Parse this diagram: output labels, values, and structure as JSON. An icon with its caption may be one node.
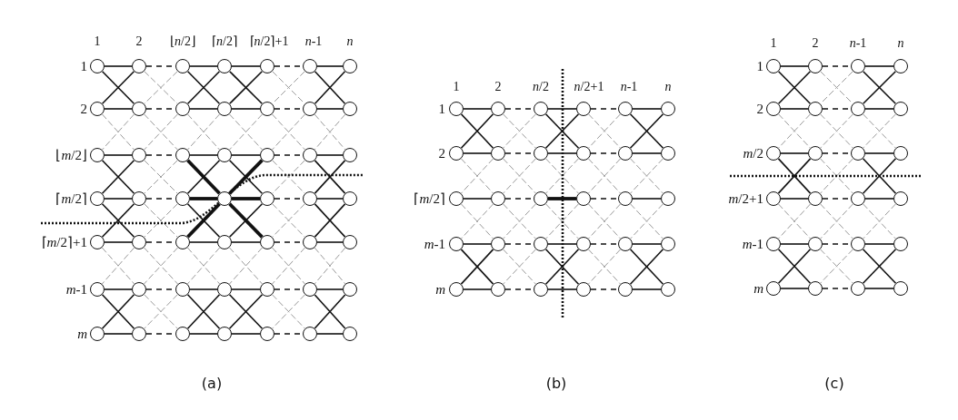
{
  "diagram": {
    "nodes": [
      {
        "text": [],
        "shape": "circle"
      },
      {
        "text": [],
        "shape": "circle"
      },
      {
        "text": [],
        "shape": "circle"
      },
      {
        "text": [],
        "shape": "circle"
      },
      {
        "text": [],
        "shape": "circle"
      },
      {
        "text": [],
        "shape": "circle"
      },
      {
        "text": [],
        "shape": "circle"
      },
      {
        "text": [],
        "shape": "circle"
      },
      {
        "text": [],
        "shape": "circle"
      },
      {
        "text": [],
        "shape": "circle"
      },
      {
        "text": [],
        "shape": "circle"
      },
      {
        "text": [],
        "shape": "circle"
      },
      {
        "text": [],
        "shape": "circle"
      },
      {
        "text": [],
        "shape": "circle"
      },
      {
        "text": [],
        "shape": "circle"
      },
      {
        "text": [],
        "shape": "circle"
      },
      {
        "text": [],
        "shape": "circle"
      },
      {
        "text": [],
        "shape": "circle"
      },
      {
        "text": [],
        "shape": "circle"
      },
      {
        "text": [],
        "shape": "circle"
      },
      {
        "text": [],
        "shape": "circle"
      },
      {
        "text": [],
        "shape": "circle"
      },
      {
        "text": [],
        "shape": "circle"
      },
      {
        "text": [],
        "shape": "circle"
      },
      {
        "text": [],
        "shape": "circle"
      },
      {
        "text": [],
        "shape": "circle"
      },
      {
        "text": [],
        "shape": "circle"
      },
      {
        "text": [],
        "shape": "circle"
      },
      {
        "text": [],
        "shape": "circle"
      },
      {
        "text": [],
        "shape": "circle"
      },
      {
        "text": [],
        "shape": "circle"
      },
      {
        "text": [],
        "shape": "circle"
      },
      {
        "text": [],
        "shape": "circle"
      },
      {
        "text": [],
        "shape": "circle"
      },
      {
        "text": [],
        "shape": "circle"
      },
      {
        "text": [],
        "shape": "circle"
      },
      {
        "text": [],
        "shape": "circle"
      },
      {
        "text": [],
        "shape": "circle"
      },
      {
        "text": [],
        "shape": "circle"
      },
      {
        "text": [],
        "shape": "circle"
      },
      {
        "text": [],
        "shape": "circle"
      },
      {
        "text": [],
        "shape": "circle"
      },
      {
        "text": [],
        "shape": "circle"
      },
      {
        "text": [],
        "shape": "circle"
      },
      {
        "text": [],
        "shape": "circle"
      },
      {
        "text": [],
        "shape": "circle"
      },
      {
        "text": [],
        "shape": "circle"
      },
      {
        "text": [],
        "shape": "circle"
      },
      {
        "text": [],
        "shape": "circle"
      },
      {
        "text": [],
        "shape": "circle"
      },
      {
        "text": [],
        "shape": "circle"
      },
      {
        "text": [],
        "shape": "circle"
      },
      {
        "text": [],
        "shape": "circle"
      },
      {
        "text": [],
        "shape": "circle"
      },
      {
        "text": [],
        "shape": "circle"
      },
      {
        "text": [],
        "shape": "circle"
      },
      {
        "text": [],
        "shape": "circle"
      },
      {
        "text": [],
        "shape": "circle"
      },
      {
        "text": [],
        "shape": "circle"
      },
      {
        "text": [],
        "shape": "circle"
      },
      {
        "text": [],
        "shape": "circle"
      },
      {
        "text": [],
        "shape": "circle"
      },
      {
        "text": [],
        "shape": "circle"
      },
      {
        "text": [],
        "shape": "circle"
      },
      {
        "text": [],
        "shape": "circle"
      },
      {
        "text": [],
        "shape": "circle"
      },
      {
        "text": [],
        "shape": "circle"
      },
      {
        "text": [],
        "shape": "circle"
      },
      {
        "text": [],
        "shape": "circle"
      },
      {
        "text": [],
        "shape": "circle"
      },
      {
        "text": [],
        "shape": "circle"
      },
      {
        "text": [],
        "shape": "circle"
      },
      {
        "text": [],
        "shape": "circle"
      },
      {
        "text": [],
        "shape": "circle"
      },
      {
        "text": [],
        "shape": "circle"
      },
      {
        "text": [],
        "shape": "circle"
      },
      {
        "text": [],
        "shape": "circle"
      },
      {
        "text": [],
        "shape": "circle"
      },
      {
        "text": [],
        "shape": "circle"
      },
      {
        "text": [],
        "shape": "circle"
      },
      {
        "text": [],
        "shape": "circle"
      },
      {
        "text": [],
        "shape": "circle"
      },
      {
        "text": [],
        "shape": "circle"
      },
      {
        "text": [],
        "shape": "circle"
      },
      {
        "text": [],
        "shape": "circle"
      },
      {
        "text": [],
        "shape": "circle"
      },
      {
        "text": [],
        "shape": "circle"
      },
      {
        "text": [],
        "shape": "circle"
      },
      {
        "text": [],
        "shape": "circle"
      },
      {
        "text": [],
        "shape": "circle"
      },
      {
        "text": [],
        "shape": "circle"
      },
      {
        "text": [],
        "shape": "circle"
      },
      {
        "text": [],
        "shape": "circle"
      },
      {
        "text": [],
        "shape": "circle"
      },
      {
        "text": [],
        "shape": "circle"
      },
      {
        "text": [],
        "shape": "circle"
      },
      {
        "text": [],
        "shape": "circle"
      },
      {
        "text": [],
        "shape": "circle"
      },
      {
        "text": [],
        "shape": "circle"
      },
      {
        "text": [],
        "shape": "circle"
      },
      {
        "text": [],
        "shape": "circle"
      },
      {
        "text": [],
        "shape": "circle"
      },
      {
        "text": [],
        "shape": "circle"
      }
    ],
    "edges": [
      {
        "from": 0,
        "to": 1,
        "arrow": "none"
      },
      {
        "from": 1,
        "to": 2,
        "arrow": "none",
        "style": "dashed"
      },
      {
        "from": 2,
        "to": 3,
        "arrow": "none"
      },
      {
        "from": 3,
        "to": 4,
        "arrow": "none"
      },
      {
        "from": 4,
        "to": 5,
        "arrow": "none",
        "style": "dashed"
      },
      {
        "from": 5,
        "to": 6,
        "arrow": "none"
      },
      {
        "from": 7,
        "to": 8,
        "arrow": "none"
      },
      {
        "from": 8,
        "to": 9,
        "arrow": "none",
        "style": "dashed"
      },
      {
        "from": 9,
        "to": 10,
        "arrow": "none"
      },
      {
        "from": 10,
        "to": 11,
        "arrow": "none"
      },
      {
        "from": 11,
        "to": 12,
        "arrow": "none",
        "style": "dashed"
      },
      {
        "from": 12,
        "to": 13,
        "arrow": "none"
      },
      {
        "from": 14,
        "to": 15,
        "arrow": "none"
      },
      {
        "from": 15,
        "to": 16,
        "arrow": "none",
        "style": "dashed"
      },
      {
        "from": 16,
        "to": 17,
        "arrow": "none"
      },
      {
        "from": 17,
        "to": 18,
        "arrow": "none"
      },
      {
        "from": 18,
        "to": 19,
        "arrow": "none",
        "style": "dashed"
      },
      {
        "from": 19,
        "to": 20,
        "arrow": "none"
      },
      {
        "from": 21,
        "to": 22,
        "arrow": "none"
      },
      {
        "from": 22,
        "to": 23,
        "arrow": "none",
        "style": "dashed"
      },
      {
        "from": 23,
        "to": 24,
        "arrow": "none",
        "style": "thick"
      },
      {
        "from": 24,
        "to": 25,
        "arrow": "none",
        "style": "thick"
      },
      {
        "from": 25,
        "to": 26,
        "arrow": "none",
        "style": "dashed"
      },
      {
        "from": 26,
        "to": 27,
        "arrow": "none"
      },
      {
        "from": 28,
        "to": 29,
        "arrow": "none"
      },
      {
        "from": 29,
        "to": 30,
        "arrow": "none",
        "style": "dashed"
      },
      {
        "from": 30,
        "to": 31,
        "arrow": "none"
      },
      {
        "from": 31,
        "to": 32,
        "arrow": "none"
      },
      {
        "from": 32,
        "to": 33,
        "arrow": "none",
        "style": "dashed"
      },
      {
        "from": 33,
        "to": 34,
        "arrow": "none"
      },
      {
        "from": 35,
        "to": 36,
        "arrow": "none"
      },
      {
        "from": 36,
        "to": 37,
        "arrow": "none",
        "style": "dashed"
      },
      {
        "from": 37,
        "to": 38,
        "arrow": "none"
      },
      {
        "from": 38,
        "to": 39,
        "arrow": "none"
      },
      {
        "from": 39,
        "to": 40,
        "arrow": "none",
        "style": "dashed"
      },
      {
        "from": 40,
        "to": 41,
        "arrow": "none"
      },
      {
        "from": 42,
        "to": 43,
        "arrow": "none"
      },
      {
        "from": 43,
        "to": 44,
        "arrow": "none",
        "style": "dashed"
      },
      {
        "from": 44,
        "to": 45,
        "arrow": "none"
      },
      {
        "from": 45,
        "to": 46,
        "arrow": "none"
      },
      {
        "from": 46,
        "to": 47,
        "arrow": "none",
        "style": "dashed"
      },
      {
        "from": 47,
        "to": 48,
        "arrow": "none"
      },
      {
        "from": 0,
        "to": 8,
        "arrow": "none"
      },
      {
        "from": 1,
        "to": 7,
        "arrow": "none"
      },
      {
        "from": 1,
        "to": 9,
        "arrow": "none",
        "style": "dashed",
        "color": "#999999"
      },
      {
        "from": 2,
        "to": 8,
        "arrow": "none",
        "style": "dashed",
        "color": "#999999"
      },
      {
        "from": 2,
        "to": 10,
        "arrow": "none"
      },
      {
        "from": 3,
        "to": 9,
        "arrow": "none"
      },
      {
        "from": 3,
        "to": 11,
        "arrow": "none"
      },
      {
        "from": 4,
        "to": 10,
        "arrow": "none"
      },
      {
        "from": 4,
        "to": 12,
        "arrow": "none",
        "style": "dashed",
        "color": "#999999"
      },
      {
        "from": 5,
        "to": 11,
        "arrow": "none",
        "style": "dashed",
        "color": "#999999"
      },
      {
        "from": 5,
        "to": 13,
        "arrow": "none"
      },
      {
        "from": 6,
        "to": 12,
        "arrow": "none"
      },
      {
        "from": 7,
        "to": 15,
        "arrow": "none",
        "style": "dashed",
        "color": "#999999"
      },
      {
        "from": 8,
        "to": 14,
        "arrow": "none",
        "style": "dashed",
        "color": "#999999"
      },
      {
        "from": 8,
        "to": 16,
        "arrow": "none",
        "style": "dashed",
        "color": "#999999"
      },
      {
        "from": 9,
        "to": 15,
        "arrow": "none",
        "style": "dashed",
        "color": "#999999"
      },
      {
        "from": 9,
        "to": 17,
        "arrow": "none",
        "style": "dashed",
        "color": "#999999"
      },
      {
        "from": 10,
        "to": 16,
        "arrow": "none",
        "style": "dashed",
        "color": "#999999"
      },
      {
        "from": 10,
        "to": 18,
        "arrow": "none",
        "style": "dashed",
        "color": "#999999"
      },
      {
        "from": 11,
        "to": 17,
        "arrow": "none",
        "style": "dashed",
        "color": "#999999"
      },
      {
        "from": 11,
        "to": 19,
        "arrow": "none",
        "style": "dashed",
        "color": "#999999"
      },
      {
        "from": 12,
        "to": 18,
        "arrow": "none",
        "style": "dashed",
        "color": "#999999"
      },
      {
        "from": 12,
        "to": 20,
        "arrow": "none",
        "style": "dashed",
        "color": "#999999"
      },
      {
        "from": 13,
        "to": 19,
        "arrow": "none",
        "style": "dashed",
        "color": "#999999"
      },
      {
        "from": 14,
        "to": 22,
        "arrow": "none"
      },
      {
        "from": 15,
        "to": 21,
        "arrow": "none"
      },
      {
        "from": 15,
        "to": 23,
        "arrow": "none",
        "style": "dashed",
        "color": "#999999"
      },
      {
        "from": 16,
        "to": 22,
        "arrow": "none",
        "style": "dashed",
        "color": "#999999"
      },
      {
        "from": 16,
        "to": 24,
        "arrow": "none",
        "style": "thick"
      },
      {
        "from": 17,
        "to": 23,
        "arrow": "none"
      },
      {
        "from": 17,
        "to": 25,
        "arrow": "none"
      },
      {
        "from": 18,
        "to": 24,
        "arrow": "none",
        "style": "thick"
      },
      {
        "from": 18,
        "to": 26,
        "arrow": "none",
        "style": "dashed",
        "color": "#999999"
      },
      {
        "from": 19,
        "to": 25,
        "arrow": "none",
        "style": "dashed",
        "color": "#999999"
      },
      {
        "from": 19,
        "to": 27,
        "arrow": "none"
      },
      {
        "from": 20,
        "to": 26,
        "arrow": "none"
      },
      {
        "from": 21,
        "to": 29,
        "arrow": "none"
      },
      {
        "from": 22,
        "to": 28,
        "arrow": "none"
      },
      {
        "from": 22,
        "to": 30,
        "arrow": "none",
        "style": "dashed",
        "color": "#999999"
      },
      {
        "from": 23,
        "to": 29,
        "arrow": "none",
        "style": "dashed",
        "color": "#999999"
      },
      {
        "from": 23,
        "to": 31,
        "arrow": "none"
      },
      {
        "from": 24,
        "to": 30,
        "arrow": "none",
        "style": "thick"
      },
      {
        "from": 24,
        "to": 32,
        "arrow": "none",
        "style": "thick"
      },
      {
        "from": 25,
        "to": 31,
        "arrow": "none"
      },
      {
        "from": 25,
        "to": 33,
        "arrow": "none",
        "style": "dashed",
        "color": "#999999"
      },
      {
        "from": 26,
        "to": 32,
        "arrow": "none",
        "style": "dashed",
        "color": "#999999"
      },
      {
        "from": 26,
        "to": 34,
        "arrow": "none"
      },
      {
        "from": 27,
        "to": 33,
        "arrow": "none"
      },
      {
        "from": 28,
        "to": 36,
        "arrow": "none",
        "style": "dashed",
        "color": "#999999"
      },
      {
        "from": 29,
        "to": 35,
        "arrow": "none",
        "style": "dashed",
        "color": "#999999"
      },
      {
        "from": 29,
        "to": 37,
        "arrow": "none",
        "style": "dashed",
        "color": "#999999"
      },
      {
        "from": 30,
        "to": 36,
        "arrow": "none",
        "style": "dashed",
        "color": "#999999"
      },
      {
        "from": 30,
        "to": 38,
        "arrow": "none",
        "style": "dashed",
        "color": "#999999"
      },
      {
        "from": 31,
        "to": 37,
        "arrow": "none",
        "style": "dashed",
        "color": "#999999"
      },
      {
        "from": 31,
        "to": 39,
        "arrow": "none",
        "style": "dashed",
        "color": "#999999"
      },
      {
        "from": 32,
        "to": 38,
        "arrow": "none",
        "style": "dashed",
        "color": "#999999"
      },
      {
        "from": 32,
        "to": 40,
        "arrow": "none",
        "style": "dashed",
        "color": "#999999"
      },
      {
        "from": 33,
        "to": 39,
        "arrow": "none",
        "style": "dashed",
        "color": "#999999"
      },
      {
        "from": 33,
        "to": 41,
        "arrow": "none",
        "style": "dashed",
        "color": "#999999"
      },
      {
        "from": 34,
        "to": 40,
        "arrow": "none",
        "style": "dashed",
        "color": "#999999"
      },
      {
        "from": 35,
        "to": 43,
        "arrow": "none"
      },
      {
        "from": 36,
        "to": 42,
        "arrow": "none"
      },
      {
        "from": 36,
        "to": 44,
        "arrow": "none",
        "style": "dashed",
        "color": "#999999"
      },
      {
        "from": 37,
        "to": 43,
        "arrow": "none",
        "style": "dashed",
        "color": "#999999"
      },
      {
        "from": 37,
        "to": 45,
        "arrow": "none"
      },
      {
        "from": 38,
        "to": 44,
        "arrow": "none"
      },
      {
        "from": 38,
        "to": 46,
        "arrow": "none"
      },
      {
        "from": 39,
        "to": 45,
        "arrow": "none"
      },
      {
        "from": 39,
        "to": 47,
        "arrow": "none",
        "style": "dashed",
        "color": "#999999"
      },
      {
        "from": 40,
        "to": 46,
        "arrow": "none",
        "style": "dashed",
        "color": "#999999"
      },
      {
        "from": 40,
        "to": 48,
        "arrow": "none"
      },
      {
        "from": 41,
        "to": 47,
        "arrow": "none"
      },
      {
        "from": 49,
        "to": 50,
        "arrow": "none"
      },
      {
        "from": 50,
        "to": 51,
        "arrow": "none",
        "style": "dashed"
      },
      {
        "from": 51,
        "to": 52,
        "arrow": "none"
      },
      {
        "from": 52,
        "to": 53,
        "arrow": "none",
        "style": "dashed"
      },
      {
        "from": 53,
        "to": 54,
        "arrow": "none"
      },
      {
        "from": 55,
        "to": 56,
        "arrow": "none"
      },
      {
        "from": 56,
        "to": 57,
        "arrow": "none",
        "style": "dashed"
      },
      {
        "from": 57,
        "to": 58,
        "arrow": "none"
      },
      {
        "from": 58,
        "to": 59,
        "arrow": "none",
        "style": "dashed"
      },
      {
        "from": 59,
        "to": 60,
        "arrow": "none"
      },
      {
        "from": 61,
        "to": 62,
        "arrow": "none"
      },
      {
        "from": 62,
        "to": 63,
        "arrow": "none",
        "style": "dashed"
      },
      {
        "from": 63,
        "to": 64,
        "arrow": "none",
        "style": "thick"
      },
      {
        "from": 64,
        "to": 65,
        "arrow": "none",
        "style": "dashed"
      },
      {
        "from": 65,
        "to": 66,
        "arrow": "none"
      },
      {
        "from": 67,
        "to": 68,
        "arrow": "none"
      },
      {
        "from": 68,
        "to": 69,
        "arrow": "none",
        "style": "dashed"
      },
      {
        "from": 69,
        "to": 70,
        "arrow": "none"
      },
      {
        "from": 70,
        "to": 71,
        "arrow": "none",
        "style": "dashed"
      },
      {
        "from": 71,
        "to": 72,
        "arrow": "none"
      },
      {
        "from": 73,
        "to": 74,
        "arrow": "none"
      },
      {
        "from": 74,
        "to": 75,
        "arrow": "none",
        "style": "dashed"
      },
      {
        "from": 75,
        "to": 76,
        "arrow": "none"
      },
      {
        "from": 76,
        "to": 77,
        "arrow": "none",
        "style": "dashed"
      },
      {
        "from": 77,
        "to": 78,
        "arrow": "none"
      },
      {
        "from": 49,
        "to": 56,
        "arrow": "none"
      },
      {
        "from": 50,
        "to": 55,
        "arrow": "none"
      },
      {
        "from": 50,
        "to": 57,
        "arrow": "none",
        "style": "dashed",
        "color": "#999999"
      },
      {
        "from": 51,
        "to": 56,
        "arrow": "none",
        "style": "dashed",
        "color": "#999999"
      },
      {
        "from": 51,
        "to": 58,
        "arrow": "none"
      },
      {
        "from": 52,
        "to": 57,
        "arrow": "none"
      },
      {
        "from": 52,
        "to": 59,
        "arrow": "none",
        "style": "dashed",
        "color": "#999999"
      },
      {
        "from": 53,
        "to": 58,
        "arrow": "none",
        "style": "dashed",
        "color": "#999999"
      },
      {
        "from": 53,
        "to": 60,
        "arrow": "none"
      },
      {
        "from": 54,
        "to": 59,
        "arrow": "none"
      },
      {
        "from": 55,
        "to": 62,
        "arrow": "none",
        "style": "dashed",
        "color": "#999999"
      },
      {
        "from": 56,
        "to": 61,
        "arrow": "none",
        "style": "dashed",
        "color": "#999999"
      },
      {
        "from": 56,
        "to": 63,
        "arrow": "none",
        "style": "dashed",
        "color": "#999999"
      },
      {
        "from": 57,
        "to": 62,
        "arrow": "none",
        "style": "dashed",
        "color": "#999999"
      },
      {
        "from": 57,
        "to": 64,
        "arrow": "none",
        "style": "dashed",
        "color": "#999999"
      },
      {
        "from": 58,
        "to": 63,
        "arrow": "none",
        "style": "dashed",
        "color": "#999999"
      },
      {
        "from": 58,
        "to": 65,
        "arrow": "none",
        "style": "dashed",
        "color": "#999999"
      },
      {
        "from": 59,
        "to": 64,
        "arrow": "none",
        "style": "dashed",
        "color": "#999999"
      },
      {
        "from": 59,
        "to": 66,
        "arrow": "none",
        "style": "dashed",
        "color": "#999999"
      },
      {
        "from": 60,
        "to": 65,
        "arrow": "none",
        "style": "dashed",
        "color": "#999999"
      },
      {
        "from": 61,
        "to": 68,
        "arrow": "none",
        "style": "dashed",
        "color": "#999999"
      },
      {
        "from": 62,
        "to": 67,
        "arrow": "none",
        "style": "dashed",
        "color": "#999999"
      },
      {
        "from": 62,
        "to": 69,
        "arrow": "none",
        "style": "dashed",
        "color": "#999999"
      },
      {
        "from": 63,
        "to": 68,
        "arrow": "none",
        "style": "dashed",
        "color": "#999999"
      },
      {
        "from": 63,
        "to": 70,
        "arrow": "none",
        "style": "dashed",
        "color": "#999999"
      },
      {
        "from": 64,
        "to": 69,
        "arrow": "none",
        "style": "dashed",
        "color": "#999999"
      },
      {
        "from": 64,
        "to": 71,
        "arrow": "none",
        "style": "dashed",
        "color": "#999999"
      },
      {
        "from": 65,
        "to": 70,
        "arrow": "none",
        "style": "dashed",
        "color": "#999999"
      },
      {
        "from": 65,
        "to": 72,
        "arrow": "none",
        "style": "dashed",
        "color": "#999999"
      },
      {
        "from": 66,
        "to": 71,
        "arrow": "none",
        "style": "dashed",
        "color": "#999999"
      },
      {
        "from": 67,
        "to": 74,
        "arrow": "none"
      },
      {
        "from": 68,
        "to": 73,
        "arrow": "none"
      },
      {
        "from": 68,
        "to": 75,
        "arrow": "none",
        "style": "dashed",
        "color": "#999999"
      },
      {
        "from": 69,
        "to": 74,
        "arrow": "none",
        "style": "dashed",
        "color": "#999999"
      },
      {
        "from": 69,
        "to": 76,
        "arrow": "none"
      },
      {
        "from": 70,
        "to": 75,
        "arrow": "none"
      },
      {
        "from": 70,
        "to": 77,
        "arrow": "none",
        "style": "dashed",
        "color": "#999999"
      },
      {
        "from": 71,
        "to": 76,
        "arrow": "none",
        "style": "dashed",
        "color": "#999999"
      },
      {
        "from": 71,
        "to": 78,
        "arrow": "none"
      },
      {
        "from": 72,
        "to": 77,
        "arrow": "none"
      },
      {
        "from": 79,
        "to": 80,
        "arrow": "none"
      },
      {
        "from": 80,
        "to": 81,
        "arrow": "none",
        "style": "dashed"
      },
      {
        "from": 81,
        "to": 82,
        "arrow": "none"
      },
      {
        "from": 83,
        "to": 84,
        "arrow": "none"
      },
      {
        "from": 84,
        "to": 85,
        "arrow": "none",
        "style": "dashed"
      },
      {
        "from": 85,
        "to": 86,
        "arrow": "none"
      },
      {
        "from": 87,
        "to": 88,
        "arrow": "none"
      },
      {
        "from": 88,
        "to": 89,
        "arrow": "none",
        "style": "dashed"
      },
      {
        "from": 89,
        "to": 90,
        "arrow": "none"
      },
      {
        "from": 91,
        "to": 92,
        "arrow": "none"
      },
      {
        "from": 92,
        "to": 93,
        "arrow": "none",
        "style": "dashed"
      },
      {
        "from": 93,
        "to": 94,
        "arrow": "none"
      },
      {
        "from": 95,
        "to": 96,
        "arrow": "none"
      },
      {
        "from": 96,
        "to": 97,
        "arrow": "none",
        "style": "dashed"
      },
      {
        "from": 97,
        "to": 98,
        "arrow": "none"
      },
      {
        "from": 99,
        "to": 100,
        "arrow": "none"
      },
      {
        "from": 100,
        "to": 101,
        "arrow": "none",
        "style": "dashed"
      },
      {
        "from": 101,
        "to": 102,
        "arrow": "none"
      },
      {
        "from": 79,
        "to": 84,
        "arrow": "none"
      },
      {
        "from": 80,
        "to": 83,
        "arrow": "none"
      },
      {
        "from": 80,
        "to": 85,
        "arrow": "none",
        "style": "dashed",
        "color": "#999999"
      },
      {
        "from": 81,
        "to": 84,
        "arrow": "none",
        "style": "dashed",
        "color": "#999999"
      },
      {
        "from": 81,
        "to": 86,
        "arrow": "none"
      },
      {
        "from": 82,
        "to": 85,
        "arrow": "none"
      },
      {
        "from": 83,
        "to": 88,
        "arrow": "none",
        "style": "dashed",
        "color": "#999999"
      },
      {
        "from": 84,
        "to": 87,
        "arrow": "none",
        "style": "dashed",
        "color": "#999999"
      },
      {
        "from": 84,
        "to": 89,
        "arrow": "none",
        "style": "dashed",
        "color": "#999999"
      },
      {
        "from": 85,
        "to": 88,
        "arrow": "none",
        "style": "dashed",
        "color": "#999999"
      },
      {
        "from": 85,
        "to": 90,
        "arrow": "none",
        "style": "dashed",
        "color": "#999999"
      },
      {
        "from": 86,
        "to": 89,
        "arrow": "none",
        "style": "dashed",
        "color": "#999999"
      },
      {
        "from": 87,
        "to": 92,
        "arrow": "none"
      },
      {
        "from": 88,
        "to": 91,
        "arrow": "none"
      },
      {
        "from": 88,
        "to": 93,
        "arrow": "none",
        "style": "dashed",
        "color": "#999999"
      },
      {
        "from": 89,
        "to": 92,
        "arrow": "none",
        "style": "dashed",
        "color": "#999999"
      },
      {
        "from": 89,
        "to": 94,
        "arrow": "none"
      },
      {
        "from": 90,
        "to": 93,
        "arrow": "none"
      },
      {
        "from": 91,
        "to": 96,
        "arrow": "none",
        "style": "dashed",
        "color": "#999999"
      },
      {
        "from": 92,
        "to": 95,
        "arrow": "none",
        "style": "dashed",
        "color": "#999999"
      },
      {
        "from": 92,
        "to": 97,
        "arrow": "none",
        "style": "dashed",
        "color": "#999999"
      },
      {
        "from": 93,
        "to": 96,
        "arrow": "none",
        "style": "dashed",
        "color": "#999999"
      },
      {
        "from": 93,
        "to": 98,
        "arrow": "none",
        "style": "dashed",
        "color": "#999999"
      },
      {
        "from": 94,
        "to": 97,
        "arrow": "none",
        "style": "dashed",
        "color": "#999999"
      },
      {
        "from": 95,
        "to": 100,
        "arrow": "none"
      },
      {
        "from": 96,
        "to": 99,
        "arrow": "none"
      },
      {
        "from": 96,
        "to": 101,
        "arrow": "none",
        "style": "dashed",
        "color": "#999999"
      },
      {
        "from": 97,
        "to": 100,
        "arrow": "none",
        "style": "dashed",
        "color": "#999999"
      },
      {
        "from": 97,
        "to": 102,
        "arrow": "none"
      },
      {
        "from": 98,
        "to": 101,
        "arrow": "none"
      }
    ],
    "labels": [
      "1",
      "2",
      "⌊*n*/2⌋",
      "⌈*n*/2⌉",
      "⌈*n*/2⌉+1",
      "*n*-1",
      "*n*",
      "1",
      "2",
      "⌊*m*/2⌋",
      "⌈*m*/2⌉",
      "⌈*m*/2⌉+1",
      "*m*-1",
      "*m*",
      "(a)",
      "1",
      "2",
      "*n*/2",
      "*n*/2+1",
      "*n*-1",
      "*n*",
      "1",
      "2",
      "⌈*m*/2⌉",
      "*m*-1",
      "*m*",
      "(b)",
      "1",
      "2",
      "*n*-1",
      "*n*",
      "1",
      "2",
      "*m*/2",
      "*m*/2+1",
      "*m*-1",
      "*m*",
      "(c)"
    ]
  }
}
